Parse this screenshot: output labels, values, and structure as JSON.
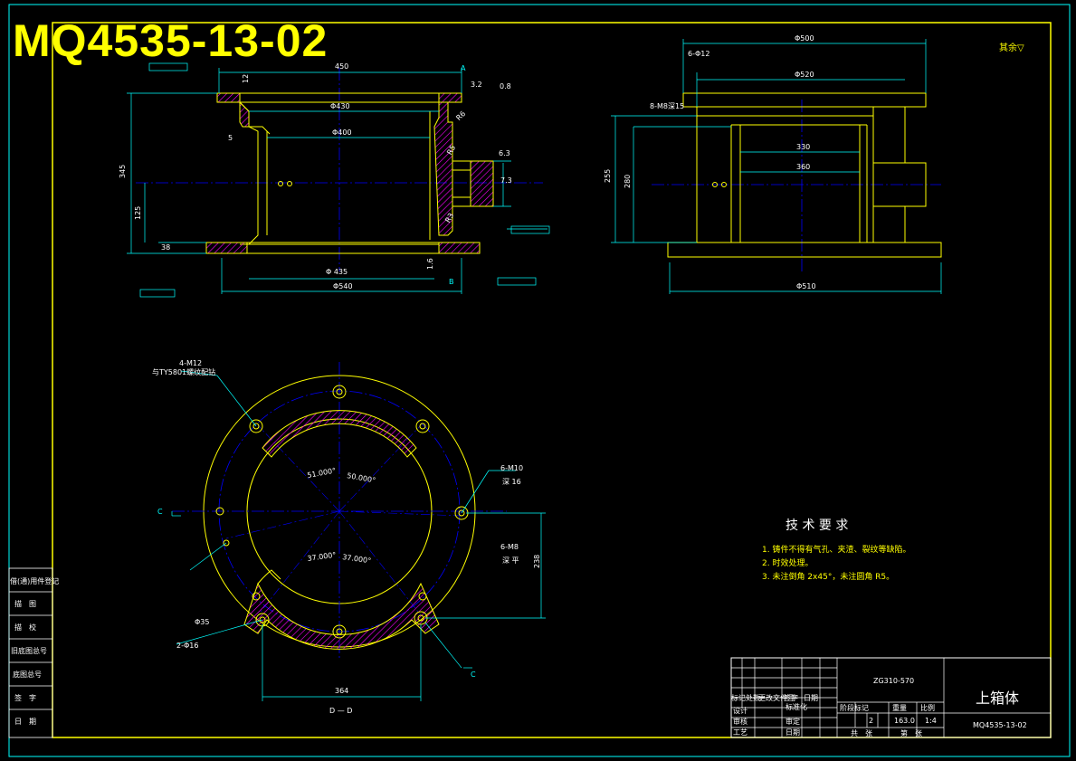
{
  "drawing_number_title": "MQ4535-13-02",
  "surface_note": "其余▽",
  "side_labels": [
    "借(通)用件登记",
    "描　图",
    "描　校",
    "旧底图总号",
    "底图总号",
    "签　字",
    "日　期"
  ],
  "front_view_dims": [
    "450",
    "Φ430",
    "Φ400",
    "Φ540",
    "Φ 435",
    "345",
    "125",
    "38",
    "12",
    "5",
    "R6",
    "R5",
    "R3",
    "3.2",
    "1.6",
    "0.8",
    "7.3",
    "6.3",
    "A",
    "B"
  ],
  "side_view_dims": [
    "Φ500",
    "Φ520",
    "330",
    "360",
    "255",
    "280",
    "Φ510",
    "6-Φ12",
    "8-M8深15"
  ],
  "bottom_view_dims": [
    "4-M12",
    "与TY5801螺纹配钻",
    "51.000°",
    "50.000°",
    "37.000°",
    "37.000°",
    "6-M10",
    "深 16",
    "6-M8",
    "深 平",
    "Φ35",
    "2-Φ16",
    "364",
    "238",
    "D — D",
    "C"
  ],
  "tech_requirements": {
    "heading": "技 术 要 求",
    "items": [
      "1. 铸件不得有气孔、夹渣、裂纹等缺陷。",
      "2. 时效处理。",
      "3. 未注倒角 2x45°，未注圆角 R5。"
    ]
  },
  "title_block": {
    "material": "ZG310-570",
    "part_name": "上箱体",
    "drawing_no": "MQ4535-13-02",
    "stage_label": "阶段标记",
    "weight_label": "重量",
    "scale_label": "比例",
    "weight": "163.0",
    "scale": "1:4",
    "count": "2",
    "sheet_total": "共　张",
    "sheet_no": "第　张",
    "rows": [
      "标记处数",
      "更改文件号",
      "签字",
      "日期",
      "设计",
      "审核",
      "工艺",
      "标准化",
      "审定",
      "日期"
    ]
  },
  "colors": {
    "frame": "#ffff00",
    "outer": "#00ffff",
    "dim": "#00ffff",
    "center": "#0000ff",
    "part": "#ffff00",
    "hatch": "#ff00ff"
  }
}
